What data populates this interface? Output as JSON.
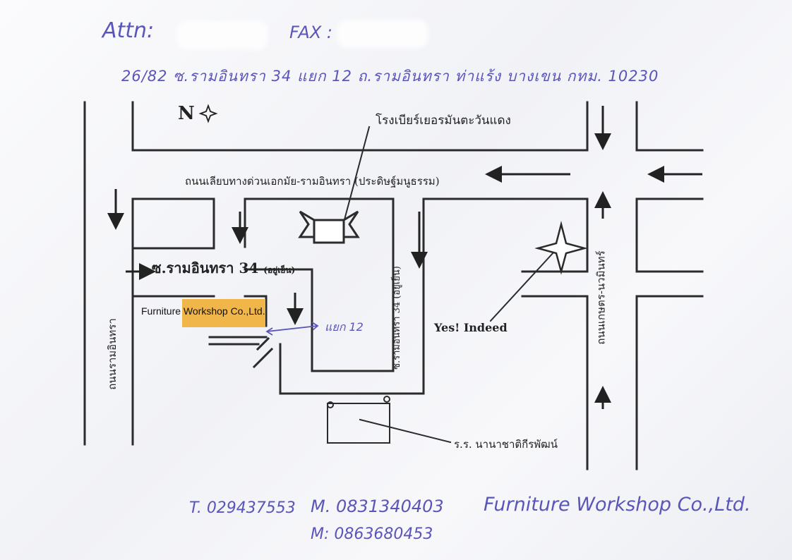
{
  "header": {
    "attn_label": "Attn:",
    "fax_label": "FAX :",
    "address": "26/82 ซ.รามอินทรา 34 แยก 12 ถ.รามอินทรา ท่าแร้ง บางเขน กทม. 10230"
  },
  "map": {
    "compass_label": "N",
    "hotel_label": "โรงเบียร์เยอรมันตะวันแดง",
    "expressway_label": "ถนนเลียบทางด่วนเอกมัย-รามอินทรา (ประดิษฐ์มนูธรรม)",
    "soi_main_label": "ซ.รามอินทรา 34",
    "soi_main_suffix": "(อยู่เย็น)",
    "soi_vertical_label": "ซ.รามอินทรา 34 (อยู่เย็น)",
    "road_left_label": "ถนนรามอินทรา",
    "road_right_label": "ถนนเกษตร-นวมินทร์",
    "company_tag": "Furniture Workshop Co.,Ltd.",
    "branch_label": "แยก 12",
    "landmark_yes": "Yes! Indeed",
    "school_label": "ร.ร. นานาชาติกีรพัฒน์"
  },
  "footer": {
    "phone": "T. 029437553",
    "mobile1": "M. 0831340403",
    "company": "Furniture Workshop Co.,Ltd.",
    "mobile2": "M: 0863680453"
  },
  "colors": {
    "ink": "#222222",
    "handwriting": "#5a55b8",
    "highlight": "#f0b64a",
    "paper": "#f5f6f9"
  }
}
